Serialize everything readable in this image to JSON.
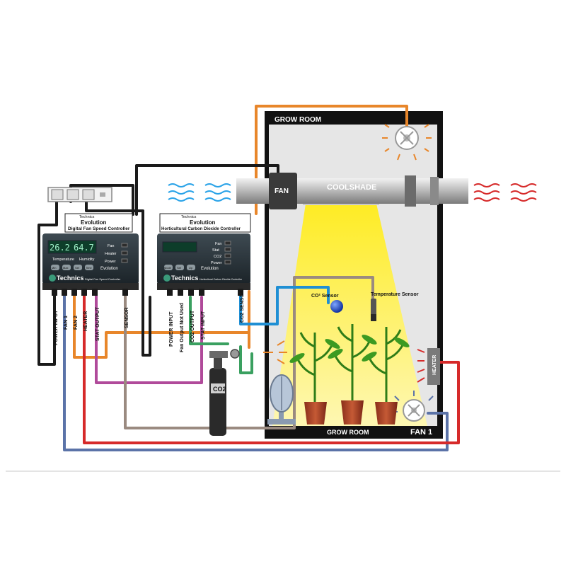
{
  "room": {
    "title_top": "GROW ROOM",
    "title_bottom": "GROW ROOM",
    "fan1_label": "FAN 1",
    "heater_label": "HEATER"
  },
  "duct": {
    "fan_label": "FAN",
    "coolshade_label": "COOLSHADE"
  },
  "sensors": {
    "co2_label": "CO² Sensor",
    "temp_label": "Temperature Sensor"
  },
  "controller1": {
    "brand_small": "Technics",
    "name": "Evolution",
    "subtitle": "Digital Fan Speed Controller",
    "display_left": "26.2",
    "display_right": "64.7",
    "caption_temp": "Temperature",
    "caption_humid": "Humidity",
    "led_fan": "Fan",
    "led_heater": "Heater",
    "led_power": "Power",
    "btn_labels": [
      "Min",
      "Max",
      "Set",
      "Time"
    ],
    "logo_text": "Technics",
    "model_text": "Evolution",
    "footer_text": "Digital Fan Speed Controller",
    "ports": [
      "POWER INPUT",
      "FAN 1",
      "FAN 2",
      "HEATER",
      "STAT OUTPUT",
      "SENSOR"
    ]
  },
  "controller2": {
    "brand_small": "Technics",
    "name": "Evolution",
    "subtitle": "Horticultural Carbon Dioxide Controller",
    "led_fan": "Fan",
    "led_stat": "Stat",
    "led_co2": "CO2",
    "led_power": "Power",
    "btn_labels": [
      "Mode",
      "Set",
      "Up"
    ],
    "logo_text": "Technics",
    "model_text": "Evolution",
    "footer_text": "Horticultural Carbon Dioxide Controller",
    "ports": [
      "POWER INPUT",
      "Fan Output Not Used",
      "CO2 OUTPUT",
      "STAT INPUT",
      "CO2 SENSOR"
    ]
  },
  "cylinder": {
    "label": "CO2"
  },
  "colors": {
    "orange": "#e8862a",
    "black": "#1a1a1a",
    "blue_cable": "#5b73a8",
    "red_cable": "#d62a2a",
    "magenta": "#b04a9a",
    "taupe": "#9a8a80",
    "green": "#3aa060",
    "sky": "#1f8fd4",
    "light_yellow": "#fff36a",
    "room_gray": "#e6e6e6"
  }
}
